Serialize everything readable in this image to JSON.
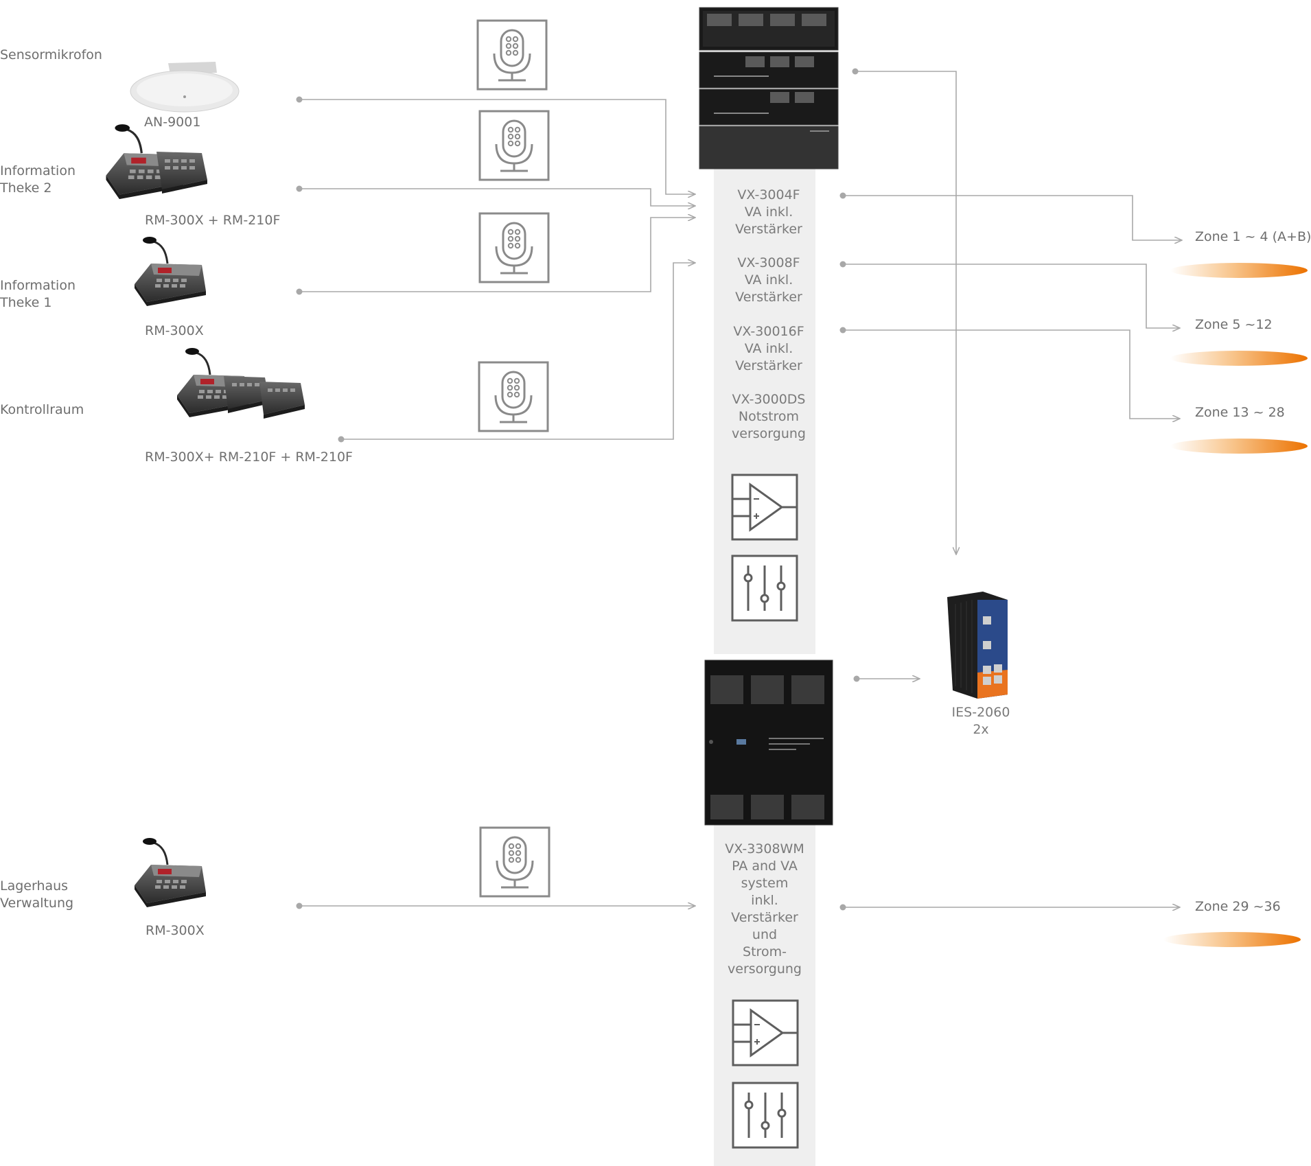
{
  "sources": [
    {
      "location": [
        "Sensormikrofon"
      ],
      "device": "AN-9001"
    },
    {
      "location": [
        "Information",
        "Theke 2"
      ],
      "device": "RM-300X + RM-210F"
    },
    {
      "location": [
        "Information",
        "Theke 1"
      ],
      "device": "RM-300X"
    },
    {
      "location": [
        "Kontrollraum"
      ],
      "device": "RM-300X+ RM-210F + RM-210F"
    },
    {
      "location": [
        "Lagerhaus",
        "Verwaltung"
      ],
      "device": "RM-300X"
    }
  ],
  "rack_units": [
    {
      "lines": [
        "VX-3004F",
        "VA inkl.",
        "Verstärker"
      ]
    },
    {
      "lines": [
        "VX-3008F",
        "VA inkl.",
        "Verstärker"
      ]
    },
    {
      "lines": [
        "VX-30016F",
        "VA inkl.",
        "Verstärker"
      ]
    },
    {
      "lines": [
        "VX-3000DS",
        "Notstrom",
        "versorgung"
      ]
    }
  ],
  "wall_unit": {
    "lines": [
      "VX-3308WM",
      "PA and VA",
      "system",
      "inkl.",
      "Verstärker",
      "und",
      "Strom-",
      "versorgung"
    ]
  },
  "switch": {
    "lines": [
      "IES-2060",
      "2x"
    ]
  },
  "zones": [
    "Zone 1 ~ 4 (A+B)",
    "Zone 5 ~12",
    "Zone 13 ~ 28",
    "Zone 29 ~36"
  ],
  "colors": {
    "line": "#a8a8a8",
    "column": "#efefef",
    "icon": "#6a6a6a",
    "speaker": "#ee7a00",
    "device": "#1d1d1d"
  },
  "icons": [
    "microphone-icon",
    "amplifier-icon",
    "mixer-icon",
    "ceiling-speaker",
    "call-station",
    "rack-unit",
    "network-switch"
  ]
}
